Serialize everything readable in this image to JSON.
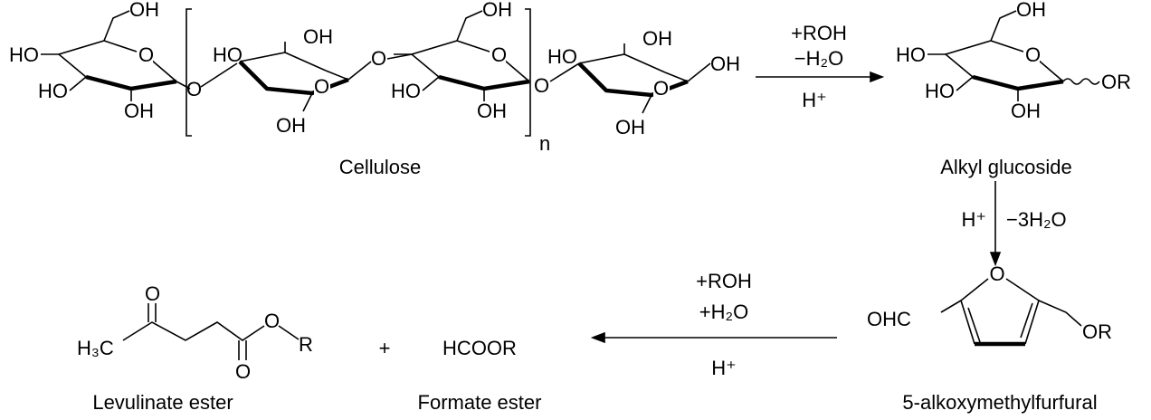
{
  "atoms": {
    "OH": "OH",
    "HO": "HO",
    "O": "O",
    "OR": "OR",
    "R": "R",
    "OHC": "OHC",
    "H3C": "H₃C",
    "n": "n"
  },
  "step1": {
    "reagent1": "+ROH",
    "reagent2": "−H₂O",
    "catalyst": "H⁺"
  },
  "step2": {
    "catalyst": "H⁺",
    "reagent": "−3H₂O"
  },
  "step3": {
    "reagent1": "+ROH",
    "reagent2": "+H₂O",
    "catalyst": "H⁺"
  },
  "labels": {
    "cellulose": "Cellulose",
    "alkyl_glucoside": "Alkyl glucoside",
    "amf": "5-alkoxymethylfurfural",
    "levulinate": "Levulinate ester",
    "formate": "Formate ester",
    "formate_formula": "HCOOR",
    "plus": "+"
  }
}
